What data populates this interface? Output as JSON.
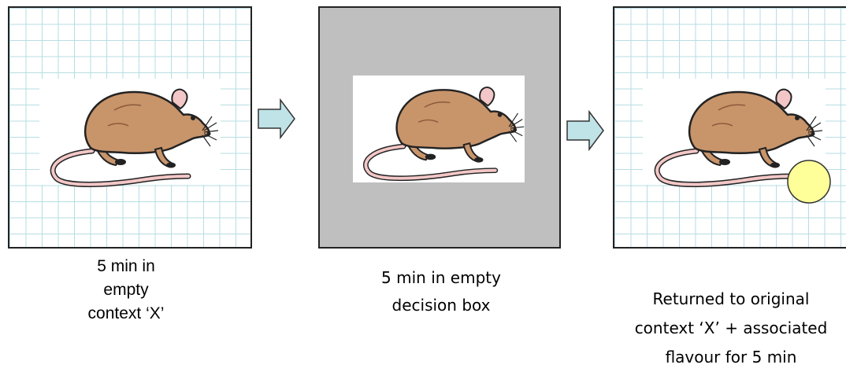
{
  "steps": [
    {
      "context": "grid",
      "caption_lines": [
        "5 min in",
        "empty",
        "context ‘X’"
      ]
    },
    {
      "context": "grey",
      "caption_lines": [
        "5 min in empty",
        "decision box"
      ]
    },
    {
      "context": "grid",
      "has_flavour": true,
      "caption_lines": [
        "Returned to original",
        "context ‘X’ + associated",
        "flavour for 5 min"
      ]
    }
  ],
  "colors": {
    "grid_line": "#b7dde3",
    "grey_box": "#bfbfbf",
    "arrow_fill": "#bfe3e6",
    "rat_body": "#c8946a",
    "rat_tail": "#f3c7c7",
    "flavour_fill": "#ffff99"
  }
}
